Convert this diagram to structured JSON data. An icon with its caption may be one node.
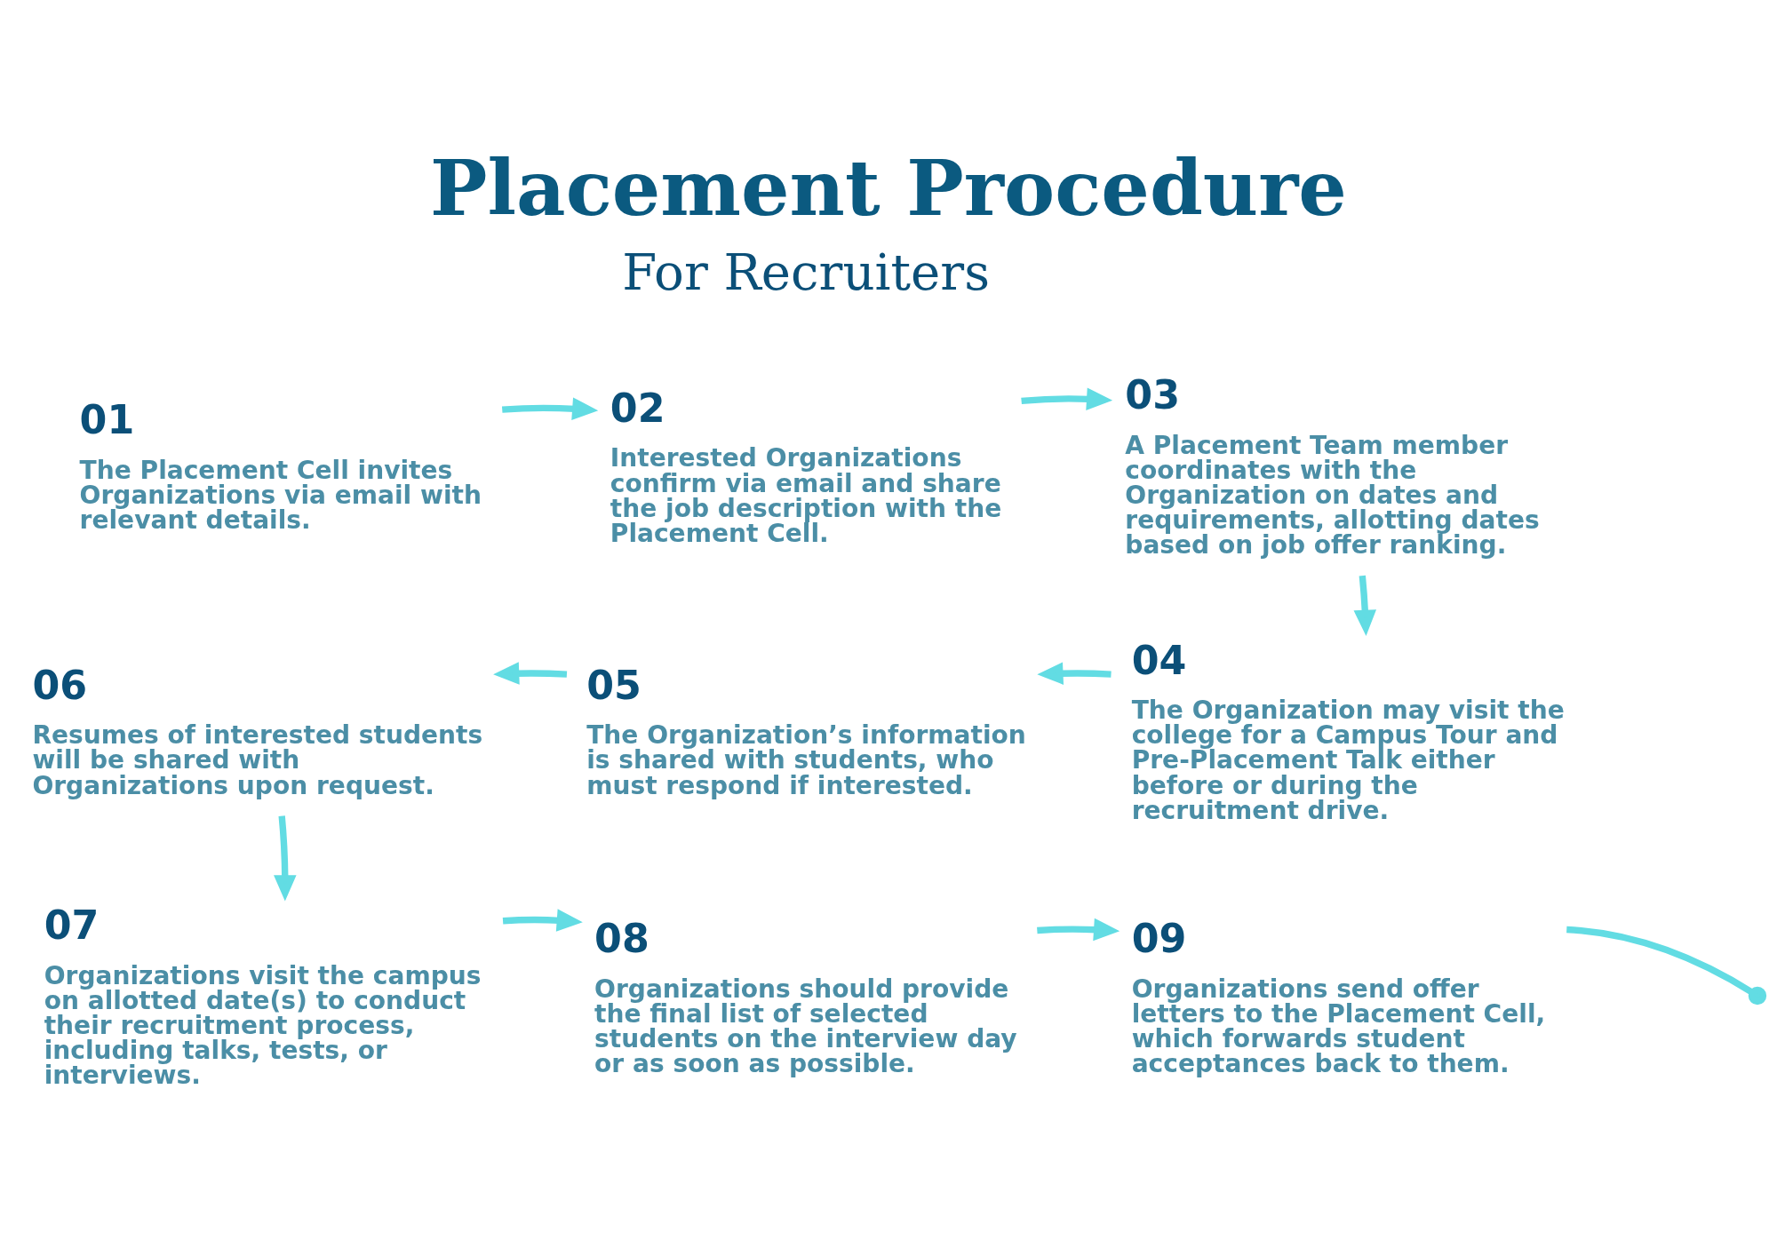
{
  "diagram": {
    "title": "Placement Procedure",
    "nodes": [
      {
        "text": [
          "01",
          "The Placement Cell invites Organizations via email with relevant details."
        ]
      },
      {
        "text": [
          "02",
          "Interested Organizations confirm via email and share the job description with the Placement Cell."
        ]
      },
      {
        "text": [
          "03",
          "A Placement Team member coordinates with the Organization on dates and requirements, allotting dates based on job offer ranking."
        ]
      },
      {
        "text": [
          "04",
          "The Organization may visit the college for a Campus Tour and Pre-Placement Talk either before or during the recruitment drive."
        ]
      },
      {
        "text": [
          "05",
          "The Organization’s information is shared with students, who must respond if interested."
        ]
      },
      {
        "text": [
          "06",
          "Resumes of interested students will be shared with Organizations upon request."
        ]
      },
      {
        "text": [
          "07",
          "Organizations visit the campus on allotted date(s) to conduct their recruitment process, including talks, tests, or interviews."
        ]
      },
      {
        "text": [
          "08",
          "Organizations should provide the final list of selected students on the interview day or as soon as possible."
        ]
      },
      {
        "text": [
          "09",
          "Organizations send offer letters to the Placement Cell, which forwards student acceptances back to them."
        ]
      }
    ],
    "edges": [
      {
        "from": 0,
        "to": 1,
        "arrow": "to"
      },
      {
        "from": 1,
        "to": 2,
        "arrow": "to"
      },
      {
        "from": 2,
        "to": 3,
        "arrow": "to"
      },
      {
        "from": 3,
        "to": 4,
        "arrow": "to"
      },
      {
        "from": 4,
        "to": 5,
        "arrow": "to"
      },
      {
        "from": 5,
        "to": 6,
        "arrow": "to"
      },
      {
        "from": 6,
        "to": 7,
        "arrow": "to"
      },
      {
        "from": 7,
        "to": 8,
        "arrow": "to"
      },
      {
        "from": 8,
        "to": null,
        "arrow": "other"
      }
    ],
    "labels": [
      "For Recruiters"
    ]
  }
}
